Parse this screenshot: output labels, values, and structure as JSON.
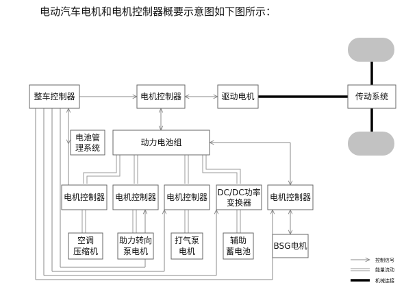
{
  "caption": "电动汽车电机和电机控制器概要示意图如下图所示：",
  "nodes": {
    "vcu": "整车控制器",
    "top_mcu": "电机控制器",
    "drive_motor": "驱动电机",
    "transmission": "传动系统",
    "bms_1": "电池管",
    "bms_2": "理系统",
    "battery": "动力电池组",
    "mcu_1": "电机控制器",
    "mcu_2": "电机控制器",
    "mcu_3": "电机控制器",
    "dcdc_1": "DC/DC功率",
    "dcdc_2": "变换器",
    "mcu_5": "电机控制器",
    "ac_1": "空调",
    "ac_2": "压缩机",
    "steer_1": "助力转向",
    "steer_2": "泵电机",
    "pump_1": "打气泵",
    "pump_2": "电机",
    "aux_1": "辅助",
    "aux_2": "蓄电池",
    "bsg": "BSG电机"
  },
  "legend": {
    "control": "控制信号",
    "energy": "能量流动",
    "mechanical": "机械连接"
  },
  "colors": {
    "wheel": "#c2c2c2",
    "box_border": "#666666",
    "mech_line": "#000000"
  }
}
